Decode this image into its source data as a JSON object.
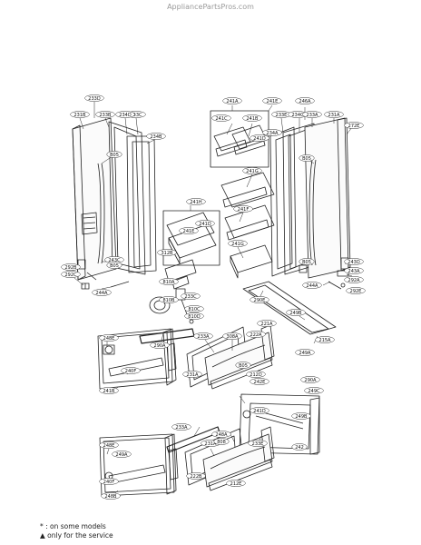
{
  "watermark": "AppliancePartsPros.com",
  "legend": {
    "line1": "* : on some models",
    "line2_marker": "▲",
    "line2": "only for the service"
  },
  "callouts": {
    "left_door": [
      "233D",
      "231B",
      "233B",
      "233C",
      "234D",
      "234B",
      "B05",
      "243C",
      "292B",
      "292C",
      "244A",
      "B05"
    ],
    "center_bins": [
      "241A",
      "241C",
      "241B",
      "241E",
      "241D",
      "241G",
      "241H",
      "241D",
      "241E",
      "241F",
      "241G",
      "312B",
      "810A",
      "810B",
      "810C",
      "810D",
      "233C"
    ],
    "right_door": [
      "246A",
      "233E",
      "234C",
      "233A",
      "231A",
      "272E",
      "234A",
      "B05",
      "243D",
      "243A",
      "292A",
      "292E",
      "244A",
      "B05"
    ],
    "upper_drawer": [
      "290A",
      "233A",
      "308A",
      "B05",
      "212D",
      "221A",
      "215A",
      "249B",
      "290E",
      "249A",
      "290A",
      "248E",
      "240F",
      "241B",
      "242E",
      "222A",
      "231A"
    ],
    "lower_drawer": [
      "233A",
      "231A",
      "248A",
      "248E",
      "249A",
      "233E",
      "240F",
      "248B",
      "212E",
      "808",
      "222B",
      "249B",
      "241D",
      "249C",
      "242"
    ]
  }
}
